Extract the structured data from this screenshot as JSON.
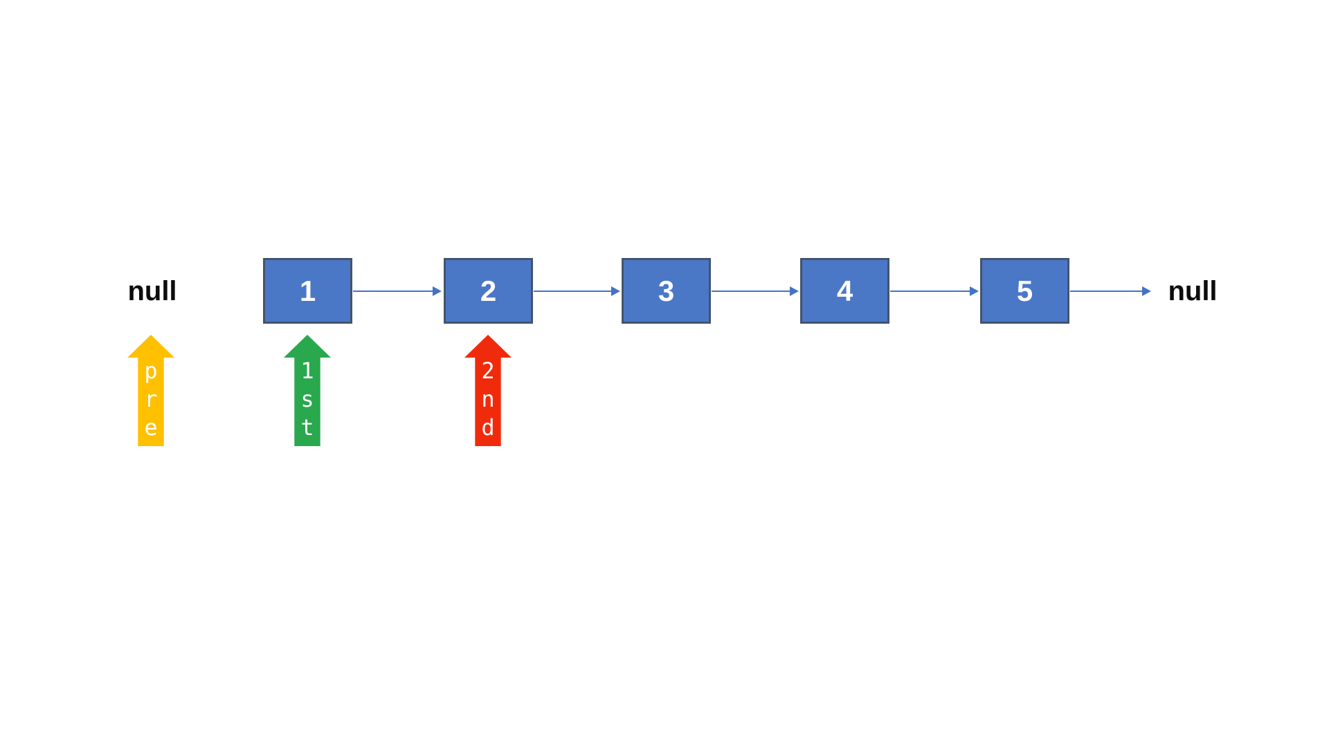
{
  "diagram": {
    "type": "singly-linked-list",
    "head_null": "null",
    "tail_null": "null",
    "nodes": [
      {
        "value": "1"
      },
      {
        "value": "2"
      },
      {
        "value": "3"
      },
      {
        "value": "4"
      },
      {
        "value": "5"
      }
    ],
    "pointers": [
      {
        "name": "pre",
        "points_to": "null",
        "color": "#ffc000",
        "chars": {
          "c0": "p",
          "c1": "r",
          "c2": "e"
        }
      },
      {
        "name": "1st",
        "points_to": "1",
        "color": "#29a84d",
        "chars": {
          "c0": "1",
          "c1": "s",
          "c2": "t"
        }
      },
      {
        "name": "2nd",
        "points_to": "2",
        "color": "#ef2b0c",
        "chars": {
          "c0": "2",
          "c1": "n",
          "c2": "d"
        }
      }
    ],
    "colors": {
      "node_fill": "#4b77c7",
      "node_border": "#44546a",
      "link_arrow": "#4472c4",
      "node_text": "#ffffff",
      "null_text": "#0d0d0d"
    }
  }
}
